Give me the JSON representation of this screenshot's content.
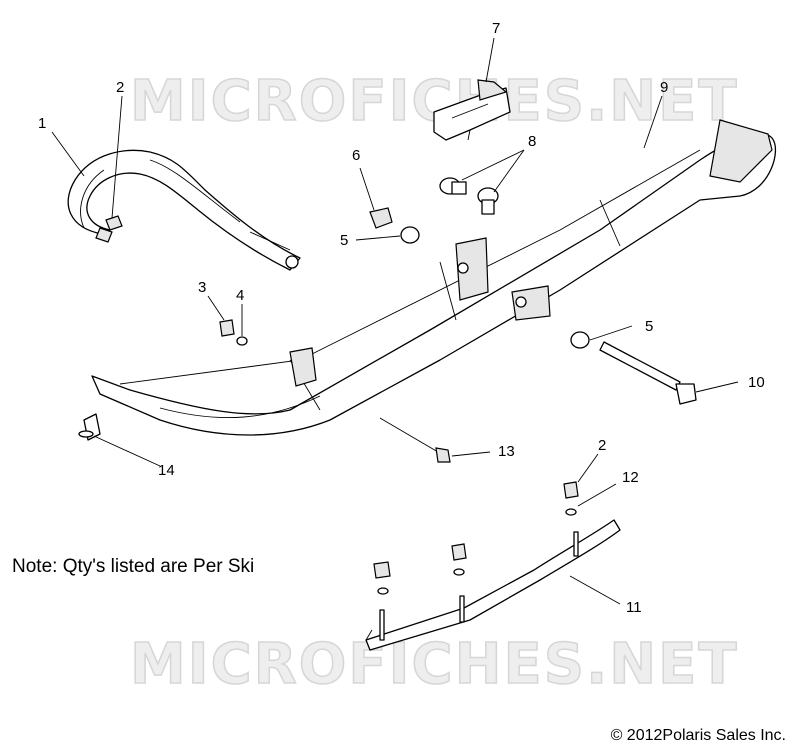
{
  "watermark": {
    "top": "MICROFICHES.NET",
    "bottom": "MICROFICHES.NET"
  },
  "note": "Note: Qty's listed are Per Ski",
  "copyright": "© 2012Polaris Sales Inc.",
  "callouts": [
    {
      "id": "c1",
      "label": "1"
    },
    {
      "id": "c2a",
      "label": "2"
    },
    {
      "id": "c3",
      "label": "3"
    },
    {
      "id": "c4",
      "label": "4"
    },
    {
      "id": "c5a",
      "label": "5"
    },
    {
      "id": "c5b",
      "label": "5"
    },
    {
      "id": "c6",
      "label": "6"
    },
    {
      "id": "c7",
      "label": "7"
    },
    {
      "id": "c8",
      "label": "8"
    },
    {
      "id": "c9",
      "label": "9"
    },
    {
      "id": "c10",
      "label": "10"
    },
    {
      "id": "c11",
      "label": "11"
    },
    {
      "id": "c12",
      "label": "12"
    },
    {
      "id": "c13",
      "label": "13"
    },
    {
      "id": "c14",
      "label": "14"
    },
    {
      "id": "c2b",
      "label": "2"
    }
  ]
}
